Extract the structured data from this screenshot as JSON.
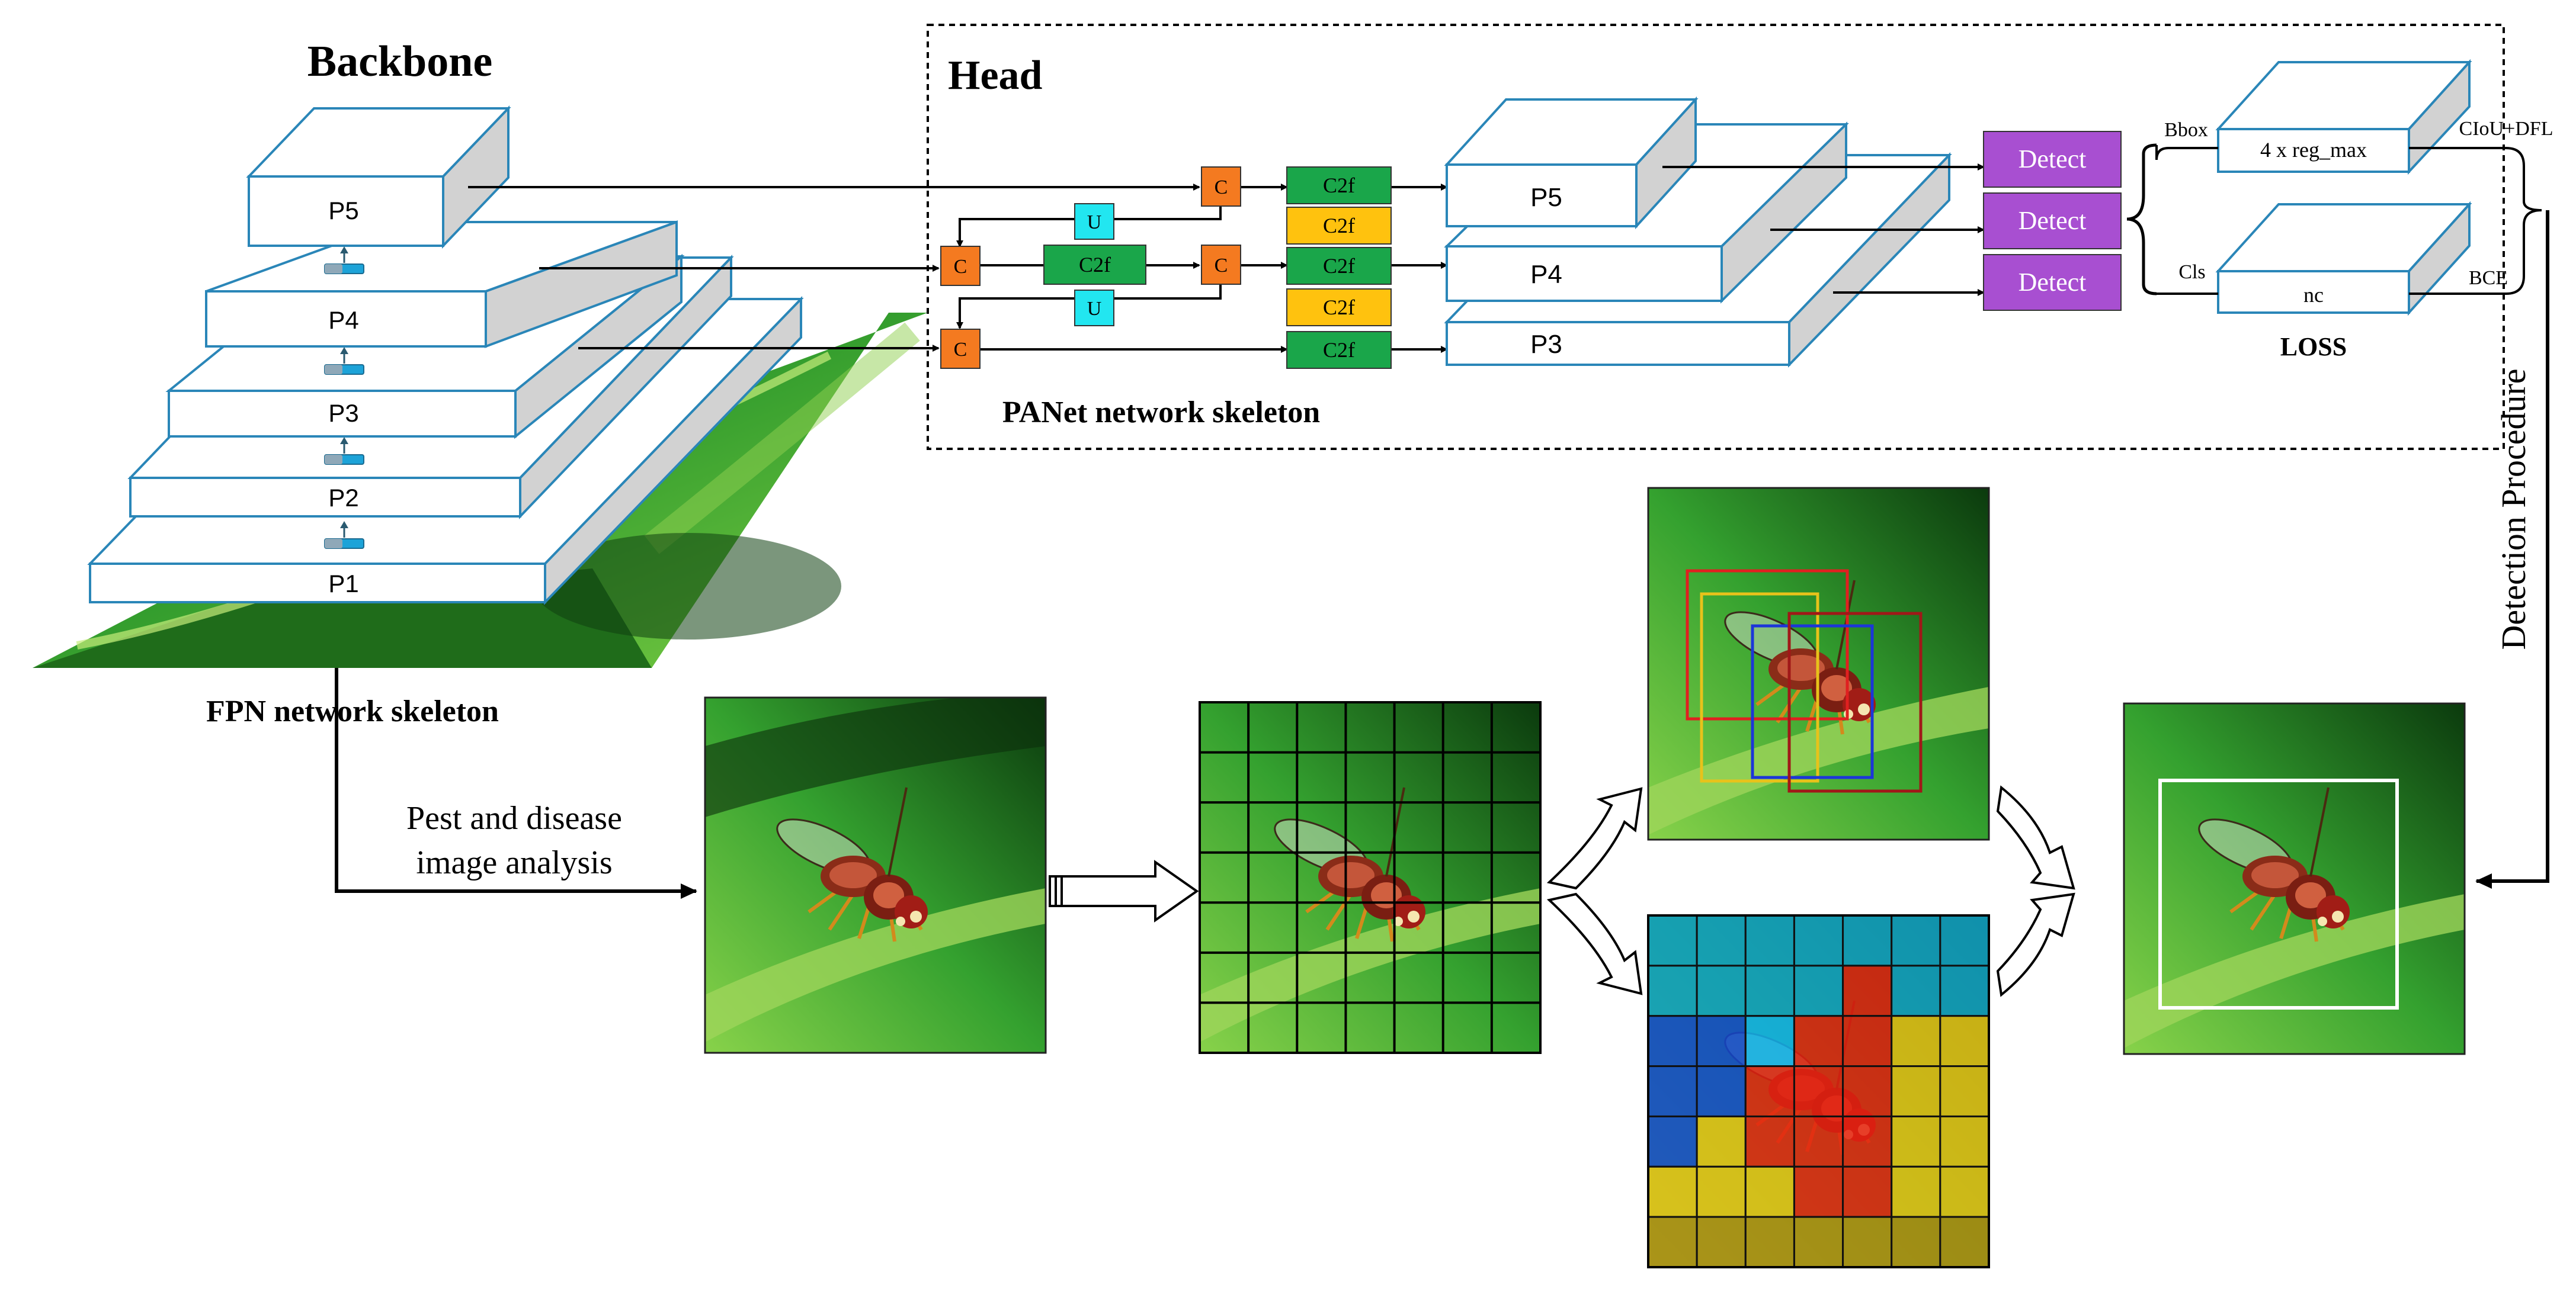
{
  "labels": {
    "backbone": "Backbone",
    "head": "Head",
    "fpn": "FPN network skeleton",
    "panet": "PANet network skeleton",
    "analysis_line1": "Pest and disease",
    "analysis_line2": "image analysis",
    "detection_procedure": "Detection Procedure",
    "loss": "LOSS"
  },
  "backbone": {
    "layers": [
      "P1",
      "P2",
      "P3",
      "P4",
      "P5"
    ]
  },
  "head": {
    "concat": "C",
    "upsample": "U",
    "c2f": "C2f",
    "levels": [
      "P5",
      "P4",
      "P3"
    ],
    "detect": "Detect"
  },
  "loss": {
    "bbox_label": "Bbox",
    "cls_label": "Cls",
    "reg_box": "4 x reg_max",
    "nc_box": "nc",
    "ciou": "CIoU+DFL",
    "bce": "BCE"
  },
  "colors": {
    "block_edge": "#2a86b8",
    "block_side": "#d2d2d2",
    "concat": "#f47a20",
    "upsample": "#22e6f0",
    "c2f_green": "#1aa64a",
    "c2f_yellow": "#ffc20e",
    "detect": "#a84fd1",
    "leaf": "#2e9e2a",
    "box_red": "#e02020",
    "box_yellow": "#e8c21a",
    "box_blue": "#1c36d8",
    "box_darkred": "#a01818"
  }
}
